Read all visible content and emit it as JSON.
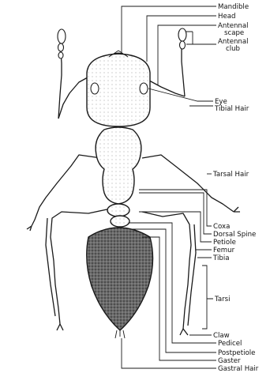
{
  "labels": {
    "mandible": "Mandible",
    "head": "Head",
    "antennal_scape_1": "Antennal",
    "antennal_scape_2": "scape",
    "antennal_club_1": "Antennal",
    "antennal_club_2": "club",
    "eye": "Eye",
    "tibial_hair": "Tibial Hair",
    "tarsal_hair": "Tarsal Hair",
    "coxa": "Coxa",
    "dorsal_spine": "Dorsal Spine",
    "petiole": "Petiole",
    "femur": "Femur",
    "tibia": "Tibia",
    "tarsi": "Tarsi",
    "claw": "Claw",
    "pedicel": "Pedicel",
    "postpetiole": "Postpetiole",
    "gaster": "Gaster",
    "gastral_hair": "Gastral Hair"
  },
  "colors": {
    "ink": "#1a1a1a",
    "gaster_shade": "#555555",
    "paper": "#ffffff"
  }
}
